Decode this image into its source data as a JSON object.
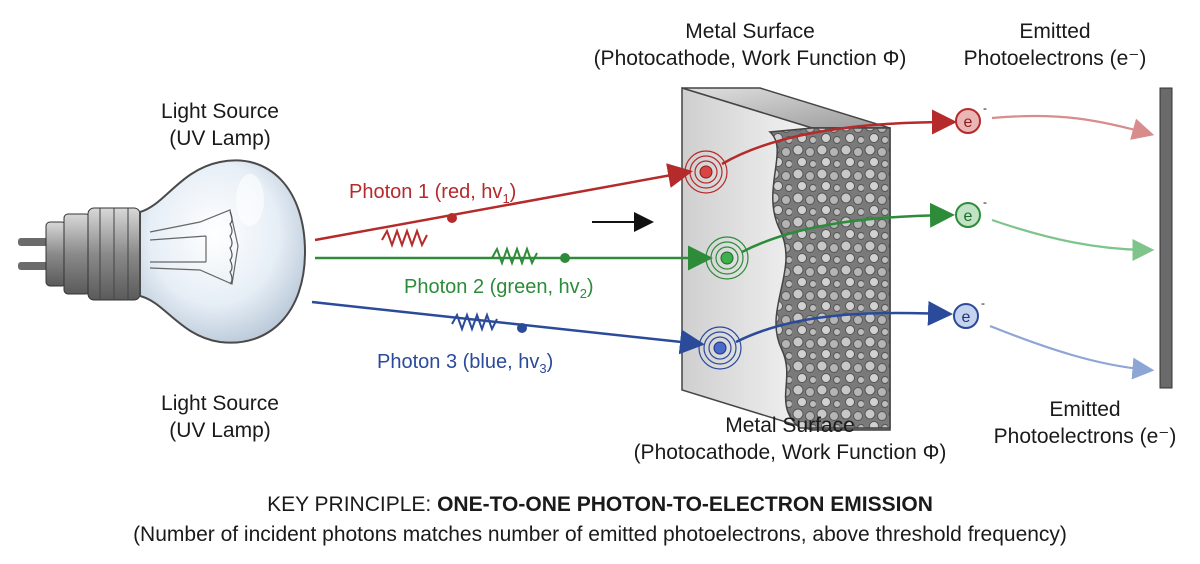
{
  "labels": {
    "light_source_top": [
      "Light Source",
      "(UV Lamp)"
    ],
    "light_source_bottom": [
      "Light Source",
      "(UV Lamp)"
    ],
    "metal_top": [
      "Metal Surface",
      "(Photocathode, Work Function Φ)"
    ],
    "metal_bottom": [
      "Metal Surface",
      "(Photocathode, Work Function Φ)"
    ],
    "emitted_top": [
      "Emitted",
      "Photoelectrons (e⁻)"
    ],
    "emitted_bottom": [
      "Emitted",
      "Photoelectrons (e⁻)"
    ]
  },
  "photons": [
    {
      "label": "Photon 1 (red, hv",
      "sub": "1",
      "end": ")",
      "color": "#b52a2a"
    },
    {
      "label": "Photon 2 (green, hv",
      "sub": "2",
      "end": ")",
      "color": "#2e8b3a"
    },
    {
      "label": "Photon 3 (blue, hv",
      "sub": "3",
      "end": ")",
      "color": "#2b4a9a"
    }
  ],
  "electron_symbol": "e",
  "electron_charge": "-",
  "key_principle": {
    "prefix": "KEY PRINCIPLE: ",
    "bold": "ONE-TO-ONE PHOTON-TO-ELECTRON EMISSION",
    "note": "(Number of incident photons matches number of emitted photoelectrons, above threshold frequency)"
  }
}
